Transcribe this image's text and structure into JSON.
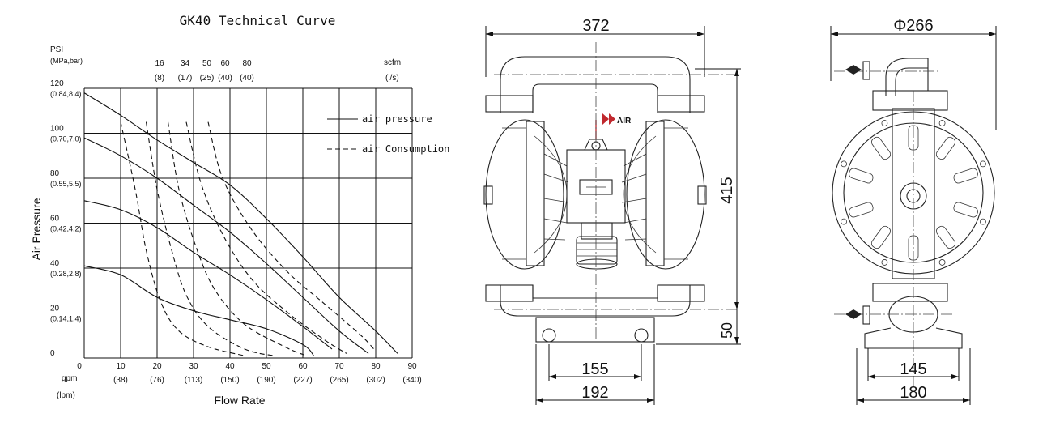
{
  "chart_data": {
    "type": "line",
    "title": "GK40 Technical Curve",
    "ylabel": "Air Pressure",
    "xlabel": "Flow Rate",
    "y_unit_top": "PSI",
    "y_unit_sub": "(MPa,bar)",
    "x_unit": "gpm",
    "x_unit_sub": "(lpm)",
    "air_unit_top": "scfm",
    "air_unit_sub": "(l/s)",
    "ylim": [
      0,
      120
    ],
    "xlim": [
      0,
      90
    ],
    "y_ticks": [
      {
        "psi": 120,
        "label": "120",
        "sub": "(0.84,8.4)"
      },
      {
        "psi": 100,
        "label": "100",
        "sub": "(0.70,7.0)"
      },
      {
        "psi": 80,
        "label": "80",
        "sub": "(0.55,5.5)"
      },
      {
        "psi": 60,
        "label": "60",
        "sub": "(0.42,4.2)"
      },
      {
        "psi": 40,
        "label": "40",
        "sub": "(0.28,2.8)"
      },
      {
        "psi": 20,
        "label": "20",
        "sub": "(0.14,1.4)"
      },
      {
        "psi": 0,
        "label": "0",
        "sub": ""
      }
    ],
    "x_ticks": [
      {
        "gpm": 0,
        "label": "0",
        "sub": ""
      },
      {
        "gpm": 10,
        "label": "10",
        "sub": "(38)"
      },
      {
        "gpm": 20,
        "label": "20",
        "sub": "(76)"
      },
      {
        "gpm": 30,
        "label": "30",
        "sub": "(113)"
      },
      {
        "gpm": 40,
        "label": "40",
        "sub": "(150)"
      },
      {
        "gpm": 50,
        "label": "50",
        "sub": "(190)"
      },
      {
        "gpm": 60,
        "label": "60",
        "sub": "(227)"
      },
      {
        "gpm": 70,
        "label": "70",
        "sub": "(265)"
      },
      {
        "gpm": 80,
        "label": "80",
        "sub": "(302)"
      },
      {
        "gpm": 90,
        "label": "90",
        "sub": "(340)"
      }
    ],
    "air_ticks": [
      {
        "gpm": 10,
        "label": "16",
        "sub": "(8)"
      },
      {
        "gpm": 17,
        "label": "34",
        "sub": "(17)"
      },
      {
        "gpm": 23,
        "label": "50",
        "sub": "(25)"
      },
      {
        "gpm": 28,
        "label": "60",
        "sub": "(40)"
      },
      {
        "gpm": 34,
        "label": "80",
        "sub": "(40)"
      }
    ],
    "legend": [
      {
        "label": "air pressure",
        "style": "solid"
      },
      {
        "label": "air Consumption",
        "style": "dashed"
      }
    ],
    "legend_position": "top-right",
    "grid": true,
    "pressure_curves": [
      {
        "points": [
          [
            0,
            118
          ],
          [
            10,
            108
          ],
          [
            20,
            97
          ],
          [
            30,
            87
          ],
          [
            40,
            77
          ],
          [
            50,
            62
          ],
          [
            60,
            45
          ],
          [
            70,
            27
          ],
          [
            80,
            12
          ],
          [
            86,
            2
          ]
        ]
      },
      {
        "points": [
          [
            0,
            98
          ],
          [
            10,
            90
          ],
          [
            20,
            80
          ],
          [
            30,
            68
          ],
          [
            40,
            56
          ],
          [
            50,
            42
          ],
          [
            60,
            27
          ],
          [
            70,
            12
          ],
          [
            78,
            2
          ]
        ]
      },
      {
        "points": [
          [
            0,
            70
          ],
          [
            10,
            66
          ],
          [
            20,
            58
          ],
          [
            30,
            47
          ],
          [
            40,
            37
          ],
          [
            50,
            26
          ],
          [
            60,
            14
          ],
          [
            68,
            4
          ]
        ]
      },
      {
        "points": [
          [
            0,
            41
          ],
          [
            10,
            37
          ],
          [
            20,
            27
          ],
          [
            30,
            21
          ],
          [
            40,
            17
          ],
          [
            50,
            13
          ],
          [
            60,
            6
          ],
          [
            63,
            1
          ]
        ]
      }
    ],
    "consumption_curves": [
      {
        "points": [
          [
            10,
            105
          ],
          [
            14,
            75
          ],
          [
            17,
            48
          ],
          [
            21,
            25
          ],
          [
            26,
            12
          ],
          [
            34,
            5
          ],
          [
            44,
            1
          ]
        ]
      },
      {
        "points": [
          [
            17,
            105
          ],
          [
            20,
            75
          ],
          [
            24,
            48
          ],
          [
            28,
            28
          ],
          [
            34,
            14
          ],
          [
            44,
            4
          ],
          [
            52,
            1
          ]
        ]
      },
      {
        "points": [
          [
            23,
            105
          ],
          [
            26,
            75
          ],
          [
            31,
            48
          ],
          [
            36,
            30
          ],
          [
            44,
            15
          ],
          [
            55,
            5
          ],
          [
            61,
            1
          ]
        ]
      },
      {
        "points": [
          [
            28,
            105
          ],
          [
            32,
            78
          ],
          [
            38,
            55
          ],
          [
            46,
            35
          ],
          [
            56,
            20
          ],
          [
            66,
            8
          ],
          [
            72,
            2
          ]
        ]
      },
      {
        "points": [
          [
            34,
            105
          ],
          [
            38,
            80
          ],
          [
            46,
            57
          ],
          [
            56,
            38
          ],
          [
            66,
            24
          ],
          [
            76,
            10
          ],
          [
            80,
            3
          ]
        ]
      }
    ]
  },
  "front_view": {
    "width_label": "372",
    "height_label": "415",
    "base_height_label": "50",
    "inner_base_label": "155",
    "outer_base_label": "192",
    "air_label": "AIR"
  },
  "side_view": {
    "diameter_label": "Φ266",
    "inner_base_label": "145",
    "outer_base_label": "180"
  }
}
